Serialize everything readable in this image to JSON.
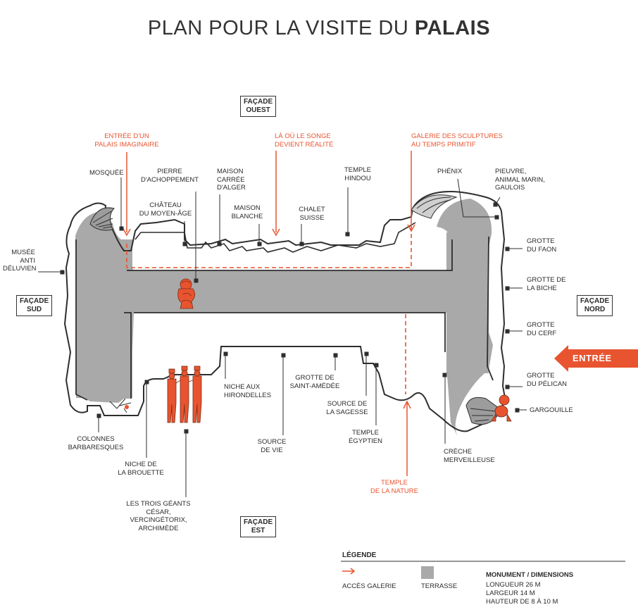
{
  "title": {
    "prefix": "PLAN POUR LA VISITE DU",
    "bold": "PALAIS"
  },
  "facades": {
    "ouest": "FAÇADE\nOUEST",
    "sud": "FAÇADE\nSUD",
    "nord": "FAÇADE\nNORD",
    "est": "FAÇADE\nEST"
  },
  "entrance": "ENTRÉE",
  "red_labels": {
    "entree_palais": "ENTRÉE D'UN\nPALAIS IMAGINAIRE",
    "songe": "LÀ OÙ LE SONGE\nDEVIENT RÉALITÉ",
    "galerie": "GALERIE DES SCULPTURES\nAU TEMPS PRIMITIF",
    "temple_nature": "TEMPLE\nDE LA NATURE"
  },
  "labels": {
    "mosquee": "MOSQUÉE",
    "pierre": "PIERRE\nD'ACHOPPEMENT",
    "maison_carree": "MAISON\nCARRÉE\nD'ALGER",
    "temple_hindou": "TEMPLE\nHINDOU",
    "phenix": "PHÉNIX",
    "pieuvre": "PIEUVRE,\nANIMAL MARIN,\nGAULOIS",
    "chateau": "CHÂTEAU\nDU MOYEN-ÂGE",
    "maison_blanche": "MAISON\nBLANCHE",
    "chalet": "CHALET\nSUISSE",
    "musee": "MUSÉE\nANTI\nDÉLUVIEN",
    "faon": "GROTTE\nDU FAON",
    "biche": "GROTTE DE\nLA BICHE",
    "cerf": "GROTTE\nDU CERF",
    "pelican": "GROTTE\nDU PÉLICAN",
    "gargouille": "GARGOUILLE",
    "colonnes": "COLONNES\nBARBARESQUES",
    "brouette": "NICHE DE\nLA BROUETTE",
    "hirondelles": "NICHE AUX\nHIRONDELLES",
    "saint_amedee": "GROTTE DE\nSAINT-AMÉDÉE",
    "sagesse": "SOURCE DE\nLA SAGESSE",
    "source_vie": "SOURCE\nDE VIE",
    "temple_egyptien": "TEMPLE\nÉGYPTIEN",
    "creche": "CRÈCHE\nMERVEILLEUSE",
    "geants": "LES TROIS GÉANTS\nCÉSAR,\nVERCINGÉTORIX,\nARCHIMÈDE"
  },
  "legend": {
    "title": "LÉGENDE",
    "acces": "ACCÈS GALERIE",
    "terrasse": "TERRASSE",
    "monument_title": "MONUMENT / DIMENSIONS",
    "longueur": "LONGUEUR 26 M",
    "largeur": "LARGEUR 14 M",
    "hauteur": "HAUTEUR DE 8 À 10 M"
  },
  "colors": {
    "accent": "#e8542f",
    "terrace": "#a9a9a9",
    "outline": "#333333"
  },
  "icons": [
    "arrow-right-icon",
    "spiral-shell-icon",
    "statue-figure-icon",
    "three-giants-figure-icon",
    "monkey-gargoyle-icon"
  ]
}
